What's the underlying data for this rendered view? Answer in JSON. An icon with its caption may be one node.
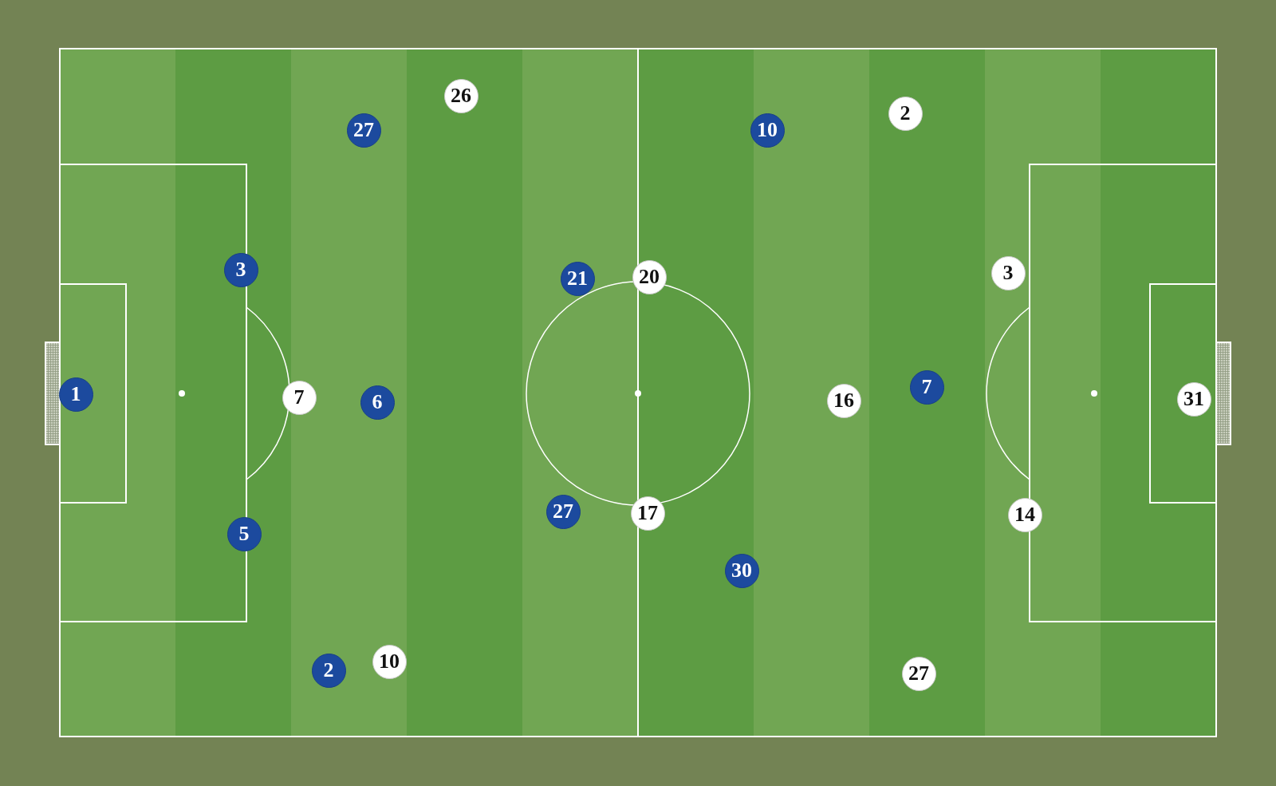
{
  "diagram": {
    "nodes": [
      {
        "text": [
          "27"
        ]
      },
      {
        "text": [
          "26"
        ]
      },
      {
        "text": [
          "10"
        ]
      },
      {
        "text": [
          "2"
        ]
      },
      {
        "text": [
          "3"
        ]
      },
      {
        "text": [
          "21"
        ]
      },
      {
        "text": [
          "20"
        ]
      },
      {
        "text": [
          "3"
        ]
      },
      {
        "text": [
          "1"
        ]
      },
      {
        "text": [
          "7"
        ]
      },
      {
        "text": [
          "6"
        ]
      },
      {
        "text": [
          "16"
        ]
      },
      {
        "text": [
          "7"
        ]
      },
      {
        "text": [
          "31"
        ]
      },
      {
        "text": [
          "5"
        ]
      },
      {
        "text": [
          "27"
        ]
      },
      {
        "text": [
          "17"
        ]
      },
      {
        "text": [
          "14"
        ]
      },
      {
        "text": [
          "30"
        ]
      },
      {
        "text": [
          "2"
        ]
      },
      {
        "text": [
          "10"
        ]
      },
      {
        "text": [
          "27"
        ]
      }
    ]
  }
}
